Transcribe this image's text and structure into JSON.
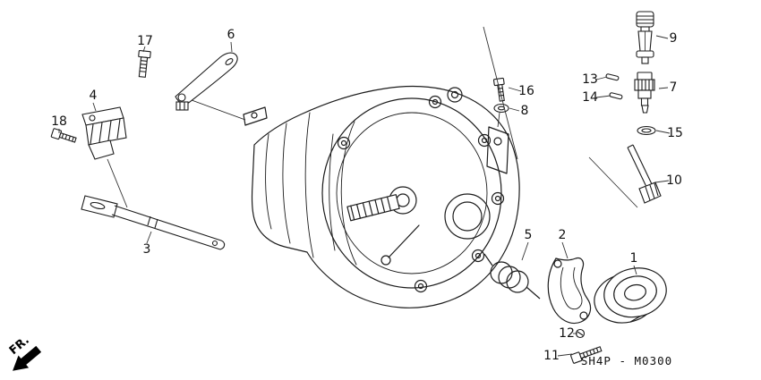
{
  "diagram": {
    "part_code": "SH4P - M0300",
    "fr_label": "FR.",
    "icons": {
      "fr_arrow": "solid-direction-arrow"
    },
    "callouts": [
      {
        "num": "1"
      },
      {
        "num": "2"
      },
      {
        "num": "3"
      },
      {
        "num": "4"
      },
      {
        "num": "5"
      },
      {
        "num": "6"
      },
      {
        "num": "7"
      },
      {
        "num": "8"
      },
      {
        "num": "9"
      },
      {
        "num": "10"
      },
      {
        "num": "11"
      },
      {
        "num": "12"
      },
      {
        "num": "13"
      },
      {
        "num": "14"
      },
      {
        "num": "15"
      },
      {
        "num": "16"
      },
      {
        "num": "17"
      },
      {
        "num": "18"
      }
    ]
  }
}
